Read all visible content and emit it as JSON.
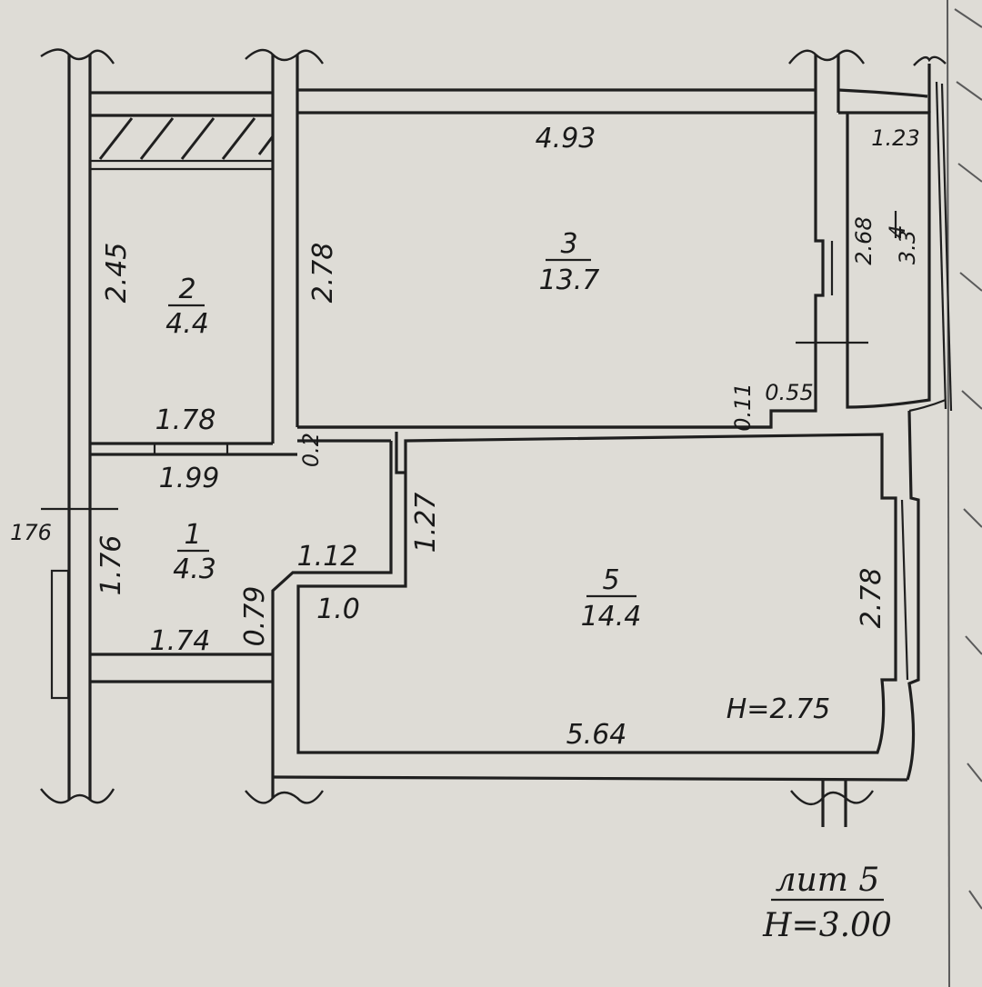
{
  "rooms": [
    {
      "number": "2",
      "area": "4.4"
    },
    {
      "number": "3",
      "area": "13.7"
    },
    {
      "number": "4",
      "area": "3.3"
    },
    {
      "number": "1",
      "area": "4.3"
    },
    {
      "number": "5",
      "area": "14.4"
    }
  ],
  "dimensions": {
    "room3_width": "4.93",
    "room4_width": "1.23",
    "room2_height": "2.45",
    "room3_height": "2.78",
    "room4_height": "2.68",
    "room2_width": "1.78",
    "niche_width": "0.55",
    "niche_depth": "0.11",
    "corridor_width": "1.99",
    "passage_gap": "0.2",
    "room5_step_height": "1.27",
    "outer_offset": "176",
    "room1_height": "1.76",
    "step_width": "1.12",
    "step_depth": "1.0",
    "room1_width": "1.74",
    "room1_step": "0.79",
    "room5_height": "2.78",
    "room5_width": "5.64",
    "ceiling_height": "H=2.75"
  },
  "legend": {
    "sheet": "лит 5",
    "height": "H=3.00"
  }
}
